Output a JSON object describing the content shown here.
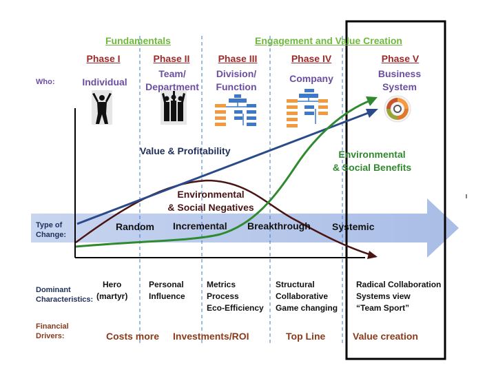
{
  "headers": {
    "fundamentals": "Fundamentals",
    "engagement": "Engagement and Value Creation"
  },
  "phases": [
    {
      "label": "Phase I",
      "who": "Individual"
    },
    {
      "label": "Phase II",
      "who_line1": "Team/",
      "who_line2": "Department"
    },
    {
      "label": "Phase III",
      "who_line1": "Division/",
      "who_line2": "Function"
    },
    {
      "label": "Phase IV",
      "who": "Company"
    },
    {
      "label": "Phase V",
      "who_line1": "Business",
      "who_line2": "System"
    }
  ],
  "row_labels": {
    "who": "Who:",
    "type_of_change_line1": "Type of",
    "type_of_change_line2": "Change:",
    "dominant_line1": "Dominant",
    "dominant_line2": "Characteristics:",
    "financial_line1": "Financial",
    "financial_line2": "Drivers:"
  },
  "change_types": [
    "Random",
    "Incremental",
    "Breakthrough",
    "Systemic"
  ],
  "curves": {
    "value_profitability": "Value & Profitability",
    "env_benefits_line1": "Environmental",
    "env_benefits_line2": "& Social Benefits",
    "env_negatives_line1": "Environmental",
    "env_negatives_line2": "& Social Negatives"
  },
  "characteristics": [
    [
      "Hero",
      "(martyr)"
    ],
    [
      "Personal",
      "Influence"
    ],
    [
      "Metrics",
      "Process",
      "Eco-Efficiency"
    ],
    [
      "Structural",
      "Collaborative",
      "Game changing"
    ],
    [
      "Radical Collaboration",
      "Systems view",
      "“Team Sport”"
    ]
  ],
  "financial_drivers": [
    "Costs more",
    "Investments/ROI",
    "Top Line",
    "Value creation"
  ],
  "colors": {
    "green": "#6fb83e",
    "phase_red": "#9b2a2a",
    "purple": "#6b4ea0",
    "navy_curve": "#2b4a8a",
    "green_curve": "#2f8a2f",
    "brown_curve": "#4a1414",
    "band": "#b9c9ea",
    "org_orange": "#f39a40",
    "org_blue": "#3f78c7"
  }
}
